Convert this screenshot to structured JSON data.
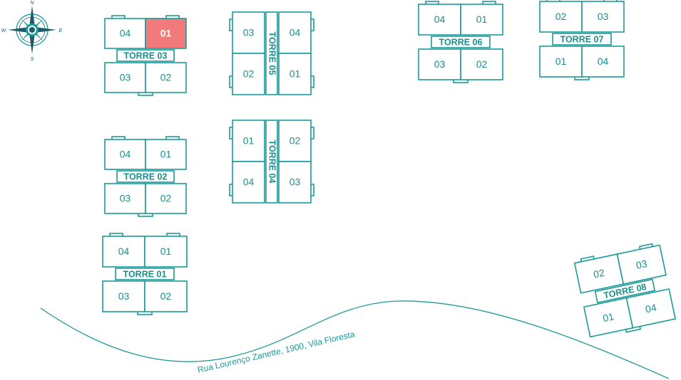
{
  "compass": {
    "n": "N",
    "s": "S",
    "e": "E",
    "w": "W"
  },
  "towers": [
    {
      "id": "t03",
      "label": "TORRE 03",
      "units": [
        "04",
        "01",
        "03",
        "02"
      ],
      "active": "01"
    },
    {
      "id": "t02",
      "label": "TORRE 02",
      "units": [
        "04",
        "01",
        "03",
        "02"
      ]
    },
    {
      "id": "t01",
      "label": "TORRE 01",
      "units": [
        "04",
        "01",
        "03",
        "02"
      ]
    },
    {
      "id": "t05",
      "label": "TORRE 05",
      "units": [
        "03",
        "04",
        "02",
        "01"
      ]
    },
    {
      "id": "t04",
      "label": "TORRE 04",
      "units": [
        "01",
        "02",
        "04",
        "03"
      ]
    },
    {
      "id": "t06",
      "label": "TORRE 06",
      "units": [
        "04",
        "01",
        "03",
        "02"
      ]
    },
    {
      "id": "t07",
      "label": "TORRE 07",
      "units": [
        "02",
        "03",
        "01",
        "04"
      ]
    },
    {
      "id": "t08",
      "label": "TORRE 08",
      "units": [
        "02",
        "03",
        "01",
        "04"
      ]
    }
  ],
  "street": {
    "name": "Rua Lourenço Zanette, 1900, Vila Floresta"
  },
  "colors": {
    "teal": "#1b9a9a",
    "active": "#f37a7a"
  }
}
